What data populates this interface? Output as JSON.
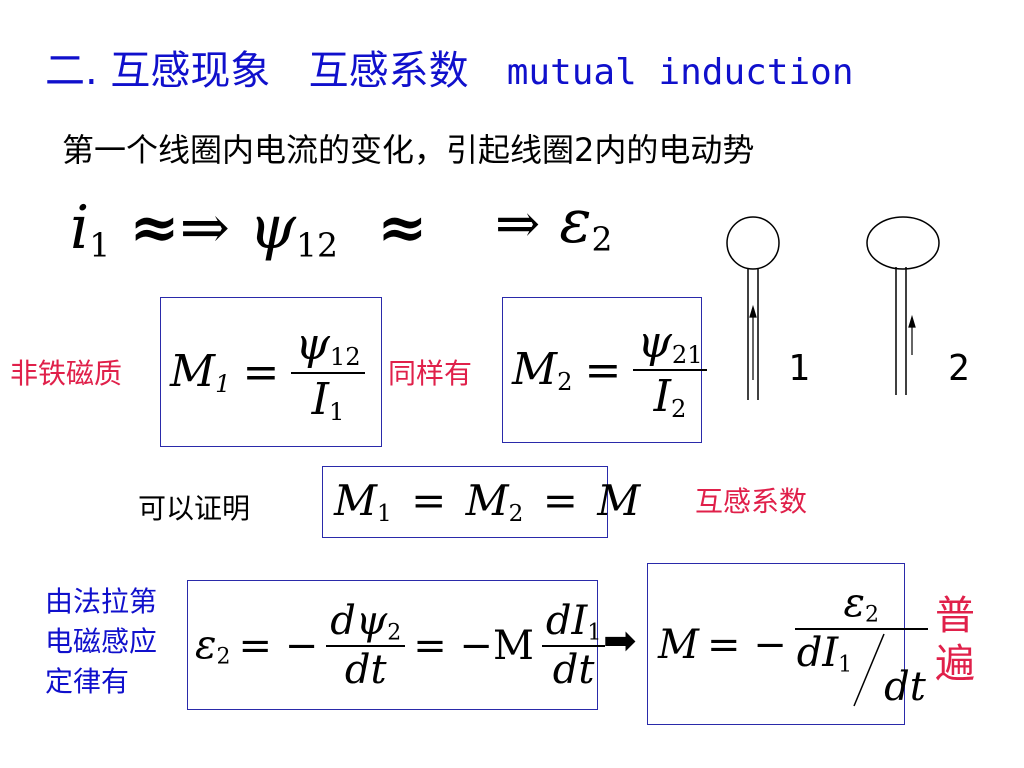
{
  "title": {
    "cn": "二. 互感现象   互感系数",
    "latin": "mutual induction"
  },
  "subtitle": "第一个线圈内电流的变化，引起线圈2内的电动势",
  "chain": {
    "i": "i",
    "i_sub": "1",
    "approx1": "≈",
    "arrow1": "⇒",
    "psi": "ψ",
    "psi_sub": "12",
    "approx2": "≈",
    "arrow2": "⇒",
    "eps": "ε",
    "eps_sub": "2"
  },
  "labels": {
    "nonferro": "非铁磁质",
    "likewise": "同样有",
    "provable": "可以证明",
    "mutual_coeff": "互感系数",
    "faraday": [
      "由法拉第",
      "电磁感应",
      "定律有"
    ],
    "general": [
      "普",
      "遍"
    ]
  },
  "formulas": {
    "m1": {
      "lhs": "M",
      "lhs_sub": "1",
      "eq": "=",
      "num": "ψ",
      "num_sub": "12",
      "den": "I",
      "den_sub": "1"
    },
    "m2": {
      "lhs": "M",
      "lhs_sub": "2",
      "eq": "=",
      "num": "ψ",
      "num_sub": "21",
      "den": "I",
      "den_sub": "2"
    },
    "equal": {
      "m1": "M",
      "s1": "1",
      "eq1": "=",
      "m2": "M",
      "s2": "2",
      "eq2": "=",
      "m": "M"
    },
    "faraday": {
      "eps": "ε",
      "eps_sub": "2",
      "eq1": "= −",
      "num1": "dψ",
      "num1_sub": "2",
      "den1": "dt",
      "eq2": "= −M",
      "num2": "dI",
      "num2_sub": "1",
      "den2": "dt"
    },
    "general": {
      "lhs": "M",
      "eq": "= −",
      "num": "ε",
      "num_sub": "2",
      "den_a": "dI",
      "den_a_sub": "1",
      "den_b": "dt"
    }
  },
  "implies_arrow": "➡",
  "coils": {
    "label1": "1",
    "label2": "2"
  },
  "colors": {
    "title": "#1010cc",
    "red": "#e0204a",
    "box": "#2a2aaa"
  }
}
